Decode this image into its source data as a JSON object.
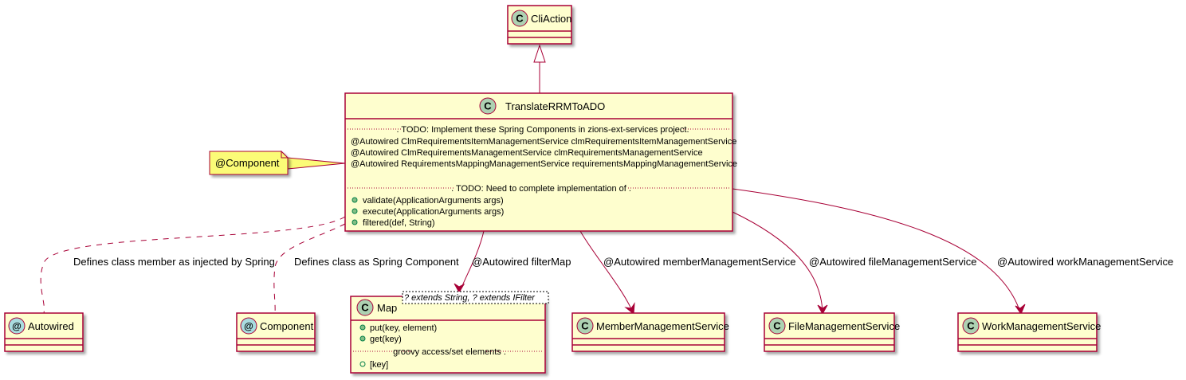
{
  "classes": {
    "cli_action": {
      "name": "CliAction",
      "stereo_letter": "C"
    },
    "translate": {
      "name": "TranslateRRMToADO",
      "stereo_letter": "C",
      "section1_title": ". TODO: Implement these Spring Components in zions-ext-services project.",
      "fields": [
        "@Autowired ClmRequirementsItemManagementService clmRequirementsItemManagementService",
        "@Autowired ClmRequirementsManagementService clmRequirementsManagementService",
        "@Autowired RequirementsMappingManagementService requirementsMappingManagementService"
      ],
      "section2_title": ". TODO: Need to complete implementation of .",
      "methods": [
        "validate(ApplicationArguments args)",
        "execute(ApplicationArguments args)",
        "filtered(def, String)"
      ]
    },
    "autowired": {
      "name": "Autowired",
      "stereo_letter": "@"
    },
    "component": {
      "name": "Component",
      "stereo_letter": "@"
    },
    "map": {
      "name": "Map",
      "stereo_letter": "C",
      "generic": "? extends String, ? extends IFilter",
      "methods": [
        "put(key, element)",
        "get(key)"
      ],
      "section_title": "groovy access/set elements .",
      "extra_methods": [
        "[key]"
      ]
    },
    "member": {
      "name": "MemberManagementService",
      "stereo_letter": "C"
    },
    "file": {
      "name": "FileManagementService",
      "stereo_letter": "C"
    },
    "work": {
      "name": "WorkManagementService",
      "stereo_letter": "C"
    }
  },
  "note": {
    "text": "@Component"
  },
  "edges": {
    "autowired_label": "Defines class member as injected by Spring",
    "component_label": "Defines class as Spring Component",
    "map_label": "@Autowired filterMap",
    "member_label": "@Autowired memberManagementService",
    "file_label": "@Autowired fileManagementService",
    "work_label": "@Autowired workManagementService"
  },
  "colors": {
    "class_fill": "#FEFECE",
    "border": "#A80036",
    "class_spot": "#ADD1B2",
    "annotation_spot": "#A9DCDF",
    "note_fill": "#FBFB77",
    "public_icon": "#84BE84"
  }
}
